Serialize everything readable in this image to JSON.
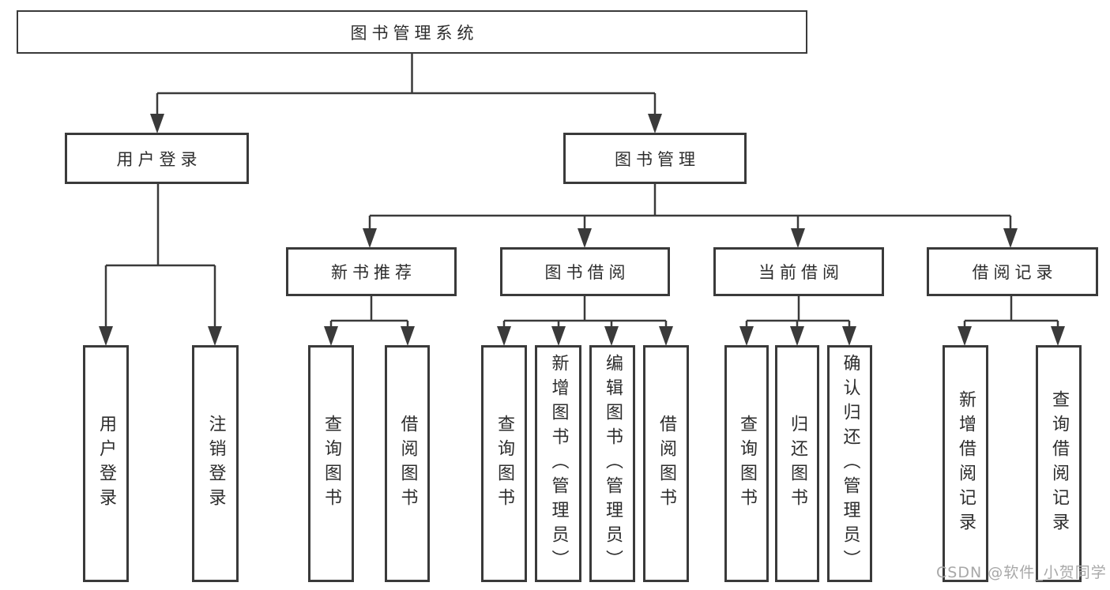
{
  "diagram": {
    "root": {
      "label": "图书管理系统"
    },
    "level2": {
      "user_login": {
        "label": "用户登录"
      },
      "book_management": {
        "label": "图书管理"
      }
    },
    "level3": {
      "new_book_recommend": {
        "label": "新书推荐"
      },
      "book_borrow": {
        "label": "图书借阅"
      },
      "current_borrow": {
        "label": "当前借阅"
      },
      "borrow_record": {
        "label": "借阅记录"
      }
    },
    "level4": {
      "user_login_leaf": {
        "label": "用户登录"
      },
      "logout_leaf": {
        "label": "注销登录"
      },
      "recommend_query_book": {
        "label": "查询图书"
      },
      "recommend_borrow_book": {
        "label": "借阅图书"
      },
      "borrow_query_book": {
        "label": "查询图书"
      },
      "borrow_add_book": {
        "label": "新增图书（管理员）"
      },
      "borrow_edit_book": {
        "label": "编辑图书（管理员）"
      },
      "borrow_borrow_book": {
        "label": "借阅图书"
      },
      "current_query_book": {
        "label": "查询图书"
      },
      "current_return_book": {
        "label": "归还图书"
      },
      "current_confirm_return": {
        "label": "确认归还（管理员）"
      },
      "record_add": {
        "label": "新增借阅记录"
      },
      "record_query": {
        "label": "查询借阅记录"
      }
    }
  },
  "watermark": {
    "text": "CSDN @软件_小贺同学"
  },
  "colors": {
    "line": "#3a3a3a",
    "text": "#2d2d2d",
    "box_background": "#ffffff",
    "page_background": "#ffffff",
    "watermark": "#a8a8a8"
  }
}
